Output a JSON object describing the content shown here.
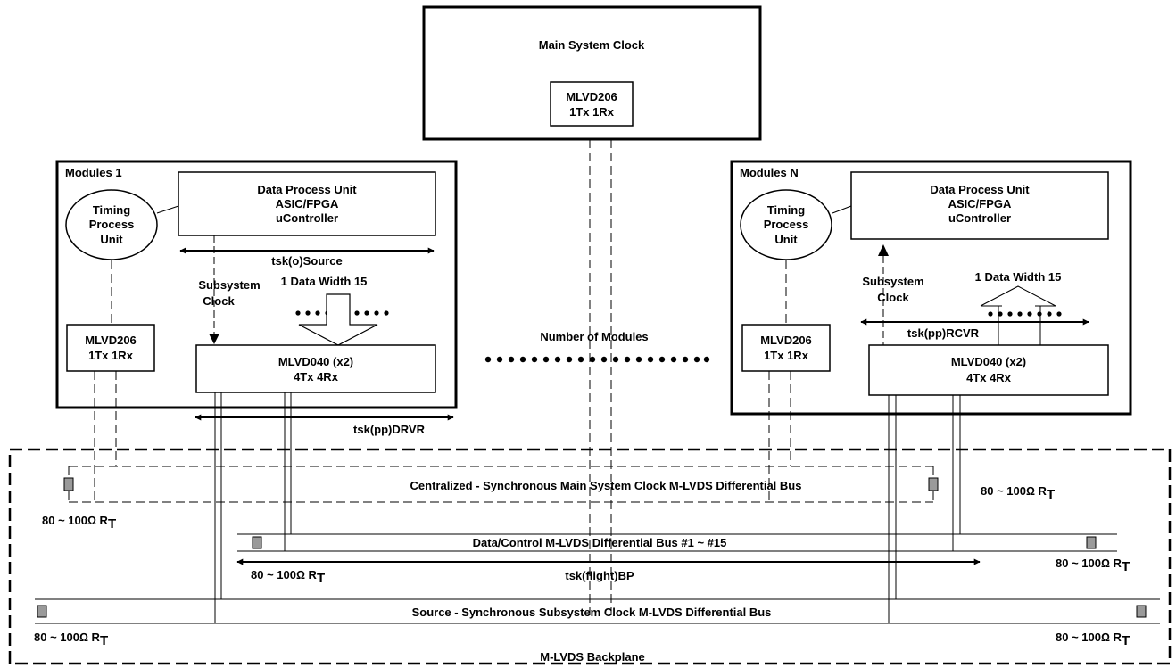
{
  "main_clock": {
    "title": "Main System Clock",
    "chip_name": "MLVD206",
    "chip_ports": "1Tx 1Rx"
  },
  "module1": {
    "title": "Modules 1",
    "dpu_line1": "Data Process Unit",
    "dpu_line2": "ASIC/FPGA",
    "dpu_line3": "uController",
    "tpu_line1": "Timing",
    "tpu_line2": "Process",
    "tpu_line3": "Unit",
    "skew_source": "tsk(o)Source",
    "subsys_line1": "Subsystem",
    "subsys_line2": "Clock",
    "data_width": "1 Data Width 15",
    "mlvd206_name": "MLVD206",
    "mlvd206_ports": "1Tx 1Rx",
    "mlvd040_name": "MLVD040 (x2)",
    "mlvd040_ports": "4Tx 4Rx",
    "skew_drvr": "tsk(pp)DRVR"
  },
  "moduleN": {
    "title": "Modules N",
    "dpu_line1": "Data Process Unit",
    "dpu_line2": "ASIC/FPGA",
    "dpu_line3": "uController",
    "tpu_line1": "Timing",
    "tpu_line2": "Process",
    "tpu_line3": "Unit",
    "subsys_line1": "Subsystem",
    "subsys_line2": "Clock",
    "data_width": "1 Data Width 15",
    "skew_rcvr": "tsk(pp)RCVR",
    "mlvd206_name": "MLVD206",
    "mlvd206_ports": "1Tx 1Rx",
    "mlvd040_name": "MLVD040 (x2)",
    "mlvd040_ports": "4Tx 4Rx"
  },
  "number_of_modules": "Number of Modules",
  "backplane": {
    "label": "M-LVDS Backplane",
    "bus_main_clock": "Centralized - Synchronous Main System Clock M-LVDS Differential Bus",
    "bus_data": "Data/Control M-LVDS Differential Bus #1 ~  #15",
    "bus_subsys": "Source - Synchronous Subsystem Clock M-LVDS Differential Bus",
    "skew_flight": "tsk(flight)BP",
    "term_text": "80 ~ 100Ω R",
    "term_sub": "T"
  }
}
